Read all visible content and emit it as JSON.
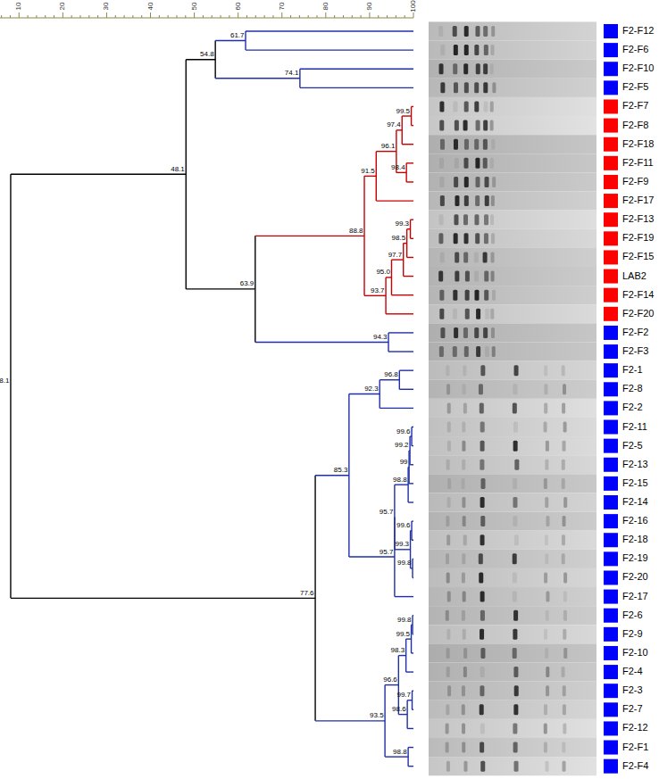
{
  "diagram": {
    "labels": [
      "10",
      "20",
      "30",
      "40",
      "50",
      "60",
      "70",
      "80",
      "90",
      "100",
      "F2-F12",
      "F2-F6",
      "F2-F10",
      "F2-F5",
      "F2-F7",
      "F2-F8",
      "F2-F18",
      "F2-F11",
      "F2-F9",
      "F2-F17",
      "F2-F13",
      "F2-F19",
      "F2-F15",
      "LAB2",
      "F2-F14",
      "F2-F20",
      "F2-F2",
      "F2-F3",
      "F2-1",
      "F2-8",
      "F2-2",
      "F2-11",
      "F2-5",
      "F2-13",
      "F2-15",
      "F2-14",
      "F2-16",
      "F2-18",
      "F2-19",
      "F2-20",
      "F2-17",
      "F2-6",
      "F2-9",
      "F2-10",
      "F2-4",
      "F2-3",
      "F2-7",
      "F2-12",
      "F2-F1",
      "F2-F4",
      "8.1",
      "48.1",
      "54.8",
      "61.7",
      "74.1",
      "63.9",
      "88.8",
      "91.5",
      "96.1",
      "97.4",
      "99.5",
      "98.4",
      "93.7",
      "95.0",
      "97.7",
      "98.5",
      "99.3",
      "94.3",
      "77.6",
      "85.3",
      "92.3",
      "96.8",
      "95.7",
      "95.7",
      "98.8",
      "99",
      "99.2",
      "99.6",
      "99.3",
      "99.6",
      "99.8",
      "93.5",
      "96.6",
      "98.3",
      "99.5",
      "99.8",
      "98.6",
      "99.7",
      "98.8"
    ]
  }
}
